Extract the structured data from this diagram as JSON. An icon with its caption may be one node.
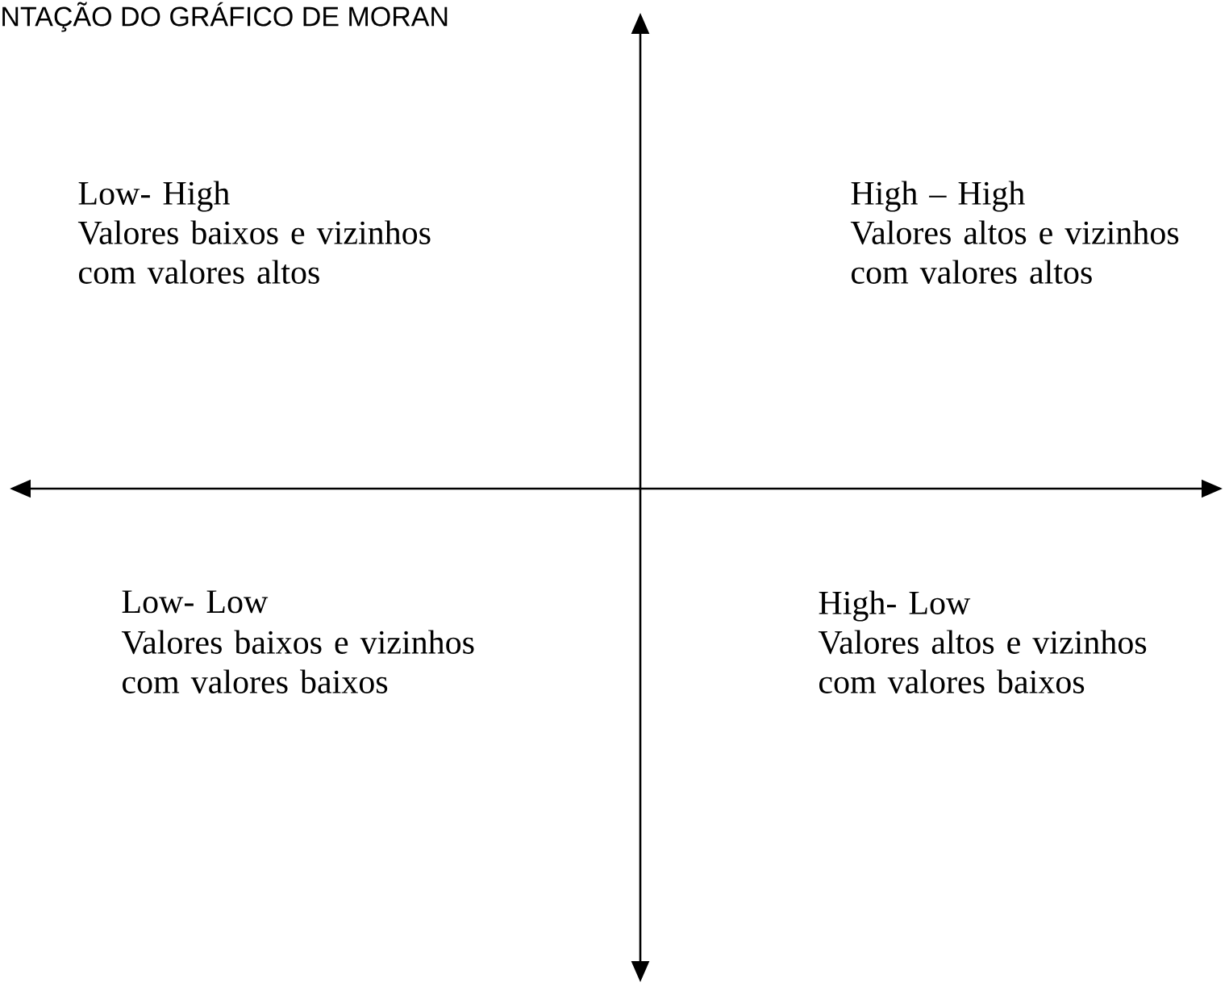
{
  "diagram": {
    "title": "NTAÇÃO DO GRÁFICO DE MORAN",
    "labels": [
      "Low- High",
      "Valores baixos e vizinhos com valores altos",
      "High – High",
      "Valores altos e vizinhos com valores altos",
      "Low- Low",
      "Valores baixos e vizinhos com valores baixos",
      "High- Low",
      "Valores altos e vizinhos com valores baixos"
    ]
  }
}
